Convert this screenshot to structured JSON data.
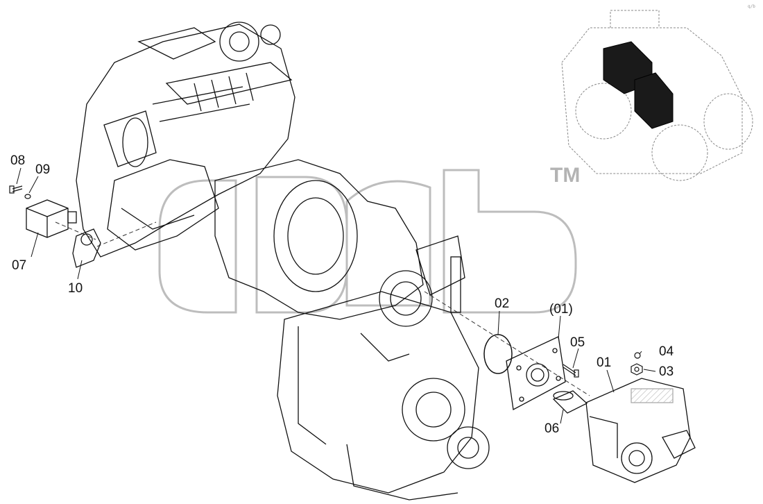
{
  "callouts": {
    "c01": "01",
    "c01p": "(01)",
    "c02": "02",
    "c03": "03",
    "c04": "04",
    "c05": "05",
    "c06": "06",
    "c07": "07",
    "c08": "08",
    "c09": "09",
    "c10": "10"
  },
  "watermark": {
    "tm": "TM"
  },
  "corner_code": "q/b"
}
